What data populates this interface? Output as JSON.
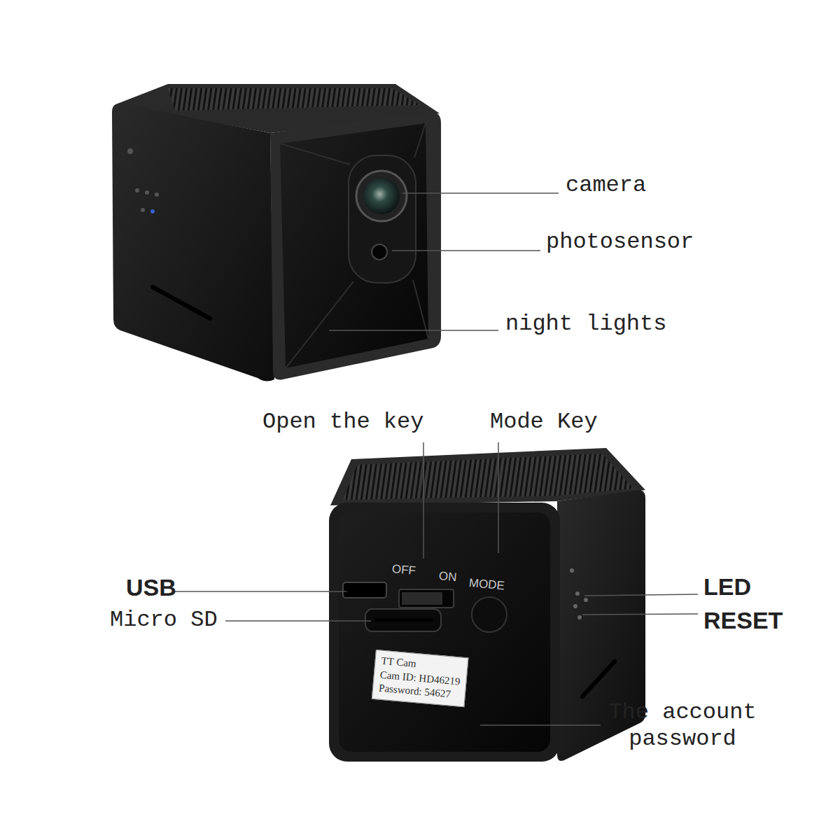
{
  "diagram": {
    "nodes": [
      {
        "text": [
          "TT Cam",
          "Cam ID: HD46219",
          "Password: 54627"
        ]
      }
    ],
    "labels": [
      "camera",
      "photosensor",
      "night lights",
      "Open the key",
      "Mode Key",
      "OFF",
      "ON",
      "MODE",
      "USB",
      "Micro SD",
      "LED",
      "RESET",
      "The account password"
    ]
  }
}
